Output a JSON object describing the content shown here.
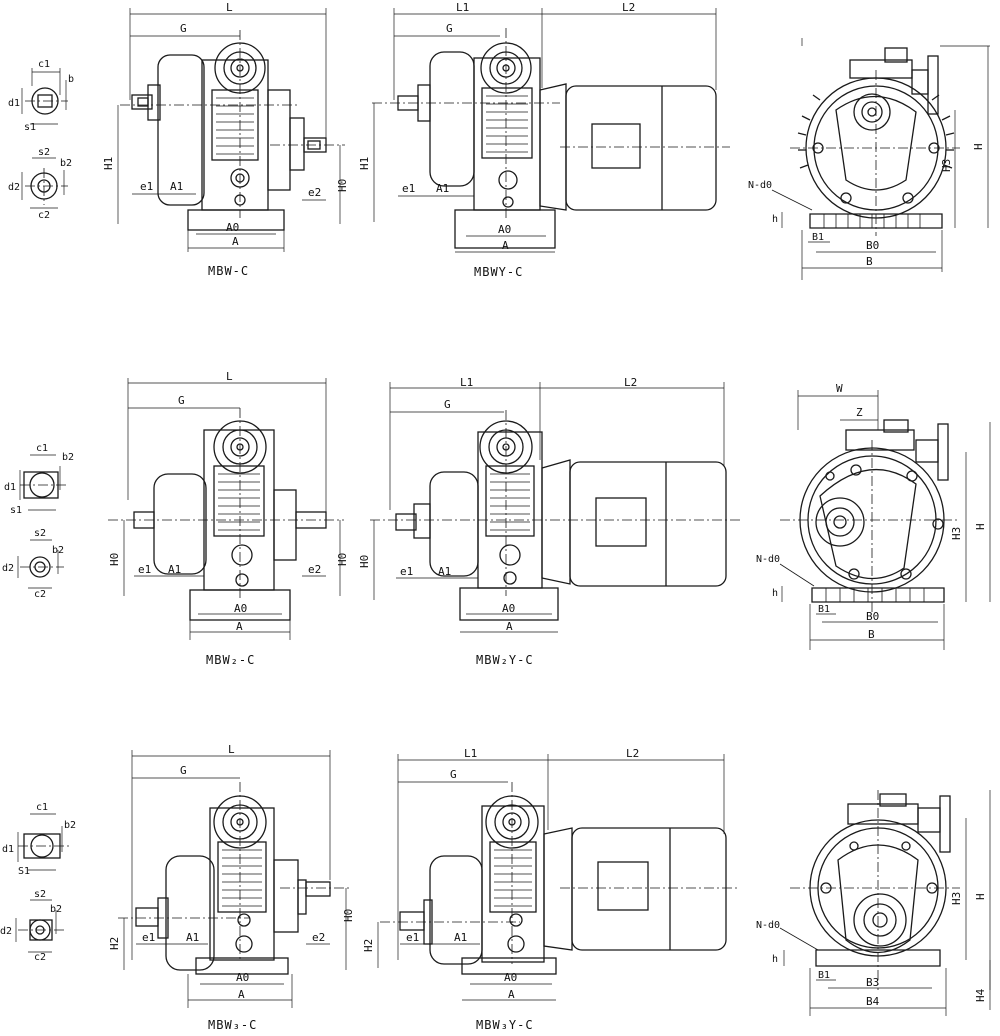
{
  "captions": {
    "mbw_c": "MBW-C",
    "mbwy_c": "MBWY-C",
    "mbw2_c": "MBW₂-C",
    "mbw2y_c": "MBW₂Y-C",
    "mbw3_c": "MBW₃-C",
    "mbw3y_c": "MBW₃Y-C"
  },
  "labels": {
    "L": "L",
    "L1": "L1",
    "L2": "L2",
    "G": "G",
    "H": "H",
    "H0": "H0",
    "H1": "H1",
    "H2": "H2",
    "H3": "H3",
    "H4": "H4",
    "A": "A",
    "A0": "A0",
    "A1": "A1",
    "e1": "e1",
    "e2": "e2",
    "B": "B",
    "B0": "B0",
    "B1": "B1",
    "B3": "B3",
    "B4": "B4",
    "W": "W",
    "Z": "Z",
    "h": "h",
    "Nd0": "N-d0",
    "c1": "c1",
    "c2": "c2",
    "s1": "s1",
    "s2": "s2",
    "d1": "d1",
    "d2": "d2",
    "b": "b",
    "b2": "b2",
    "S1": "S1"
  }
}
